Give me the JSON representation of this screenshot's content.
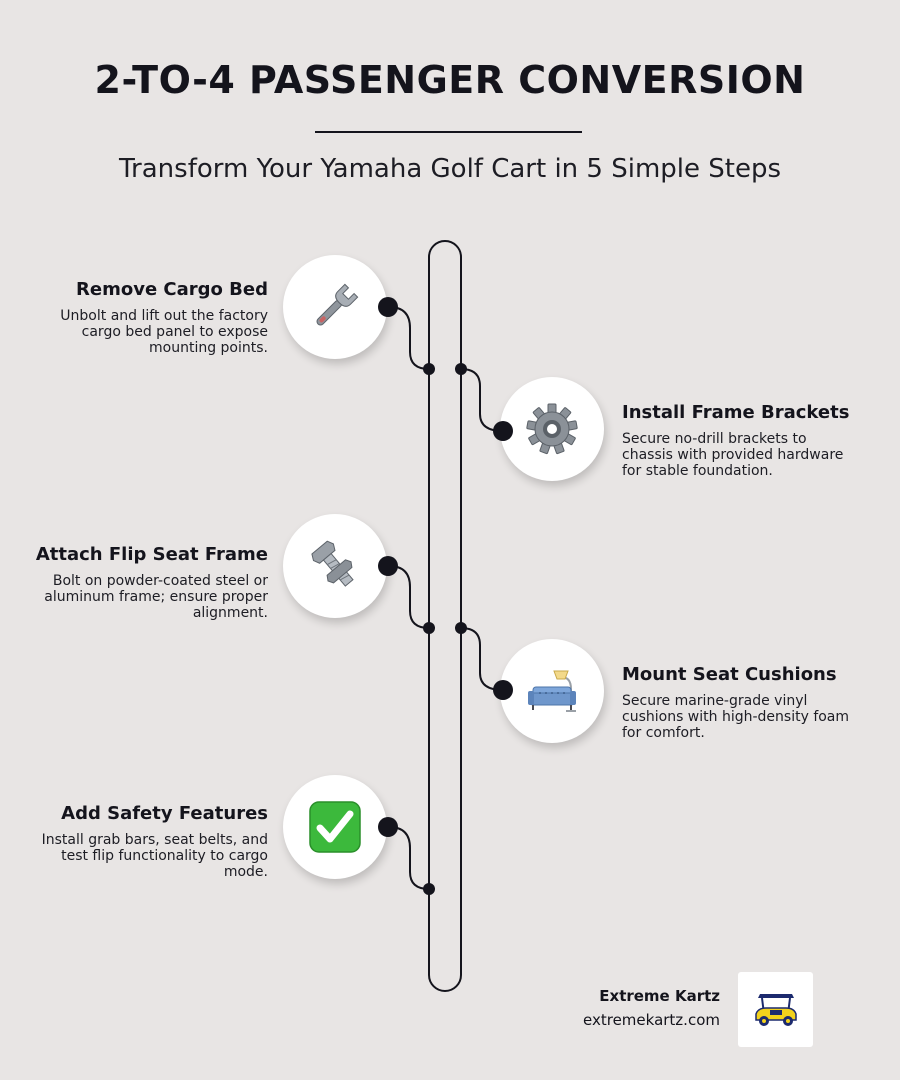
{
  "header": {
    "title": "2-TO-4 PASSENGER CONVERSION",
    "subtitle": "Transform Your Yamaha Golf Cart in 5 Simple Steps"
  },
  "steps": [
    {
      "title": "Remove Cargo Bed",
      "description": "Unbolt and lift out the factory cargo bed panel to expose mounting points.",
      "icon": "wrench-icon"
    },
    {
      "title": "Install Frame Brackets",
      "description": "Secure no-drill brackets to chassis with provided hardware for stable foundation.",
      "icon": "gear-icon"
    },
    {
      "title": "Attach Flip Seat Frame",
      "description": "Bolt on powder-coated steel or aluminum frame; ensure proper alignment.",
      "icon": "nut-and-bolt-icon"
    },
    {
      "title": "Mount Seat Cushions",
      "description": "Secure marine-grade vinyl cushions with high-density foam for comfort.",
      "icon": "couch-and-lamp-icon"
    },
    {
      "title": "Add Safety Features",
      "description": "Install grab bars, seat belts, and test flip functionality to cargo mode.",
      "icon": "check-mark-button-icon"
    }
  ],
  "footer": {
    "brand_name": "Extreme Kartz",
    "brand_url": "extremekartz.com",
    "logo": "golf-cart-logo-icon"
  },
  "colors": {
    "background": "#e8e5e4",
    "text": "#14141c",
    "line": "#14141c",
    "check_green": "#3cb93c"
  }
}
